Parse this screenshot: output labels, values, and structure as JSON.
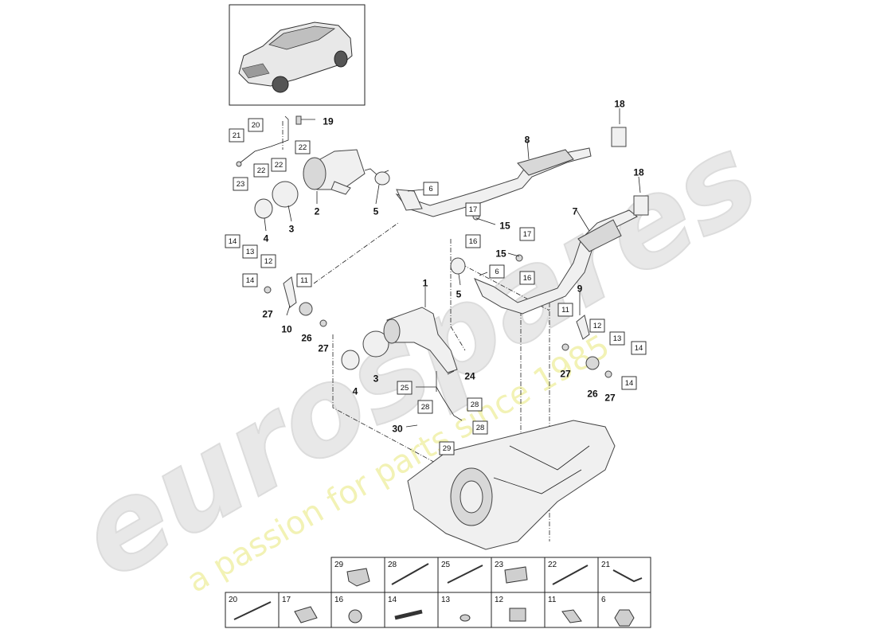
{
  "watermark": {
    "brand": "eurospares",
    "tagline": "a passion for parts since 1985"
  },
  "callouts": [
    {
      "id": "p1",
      "num": "1",
      "boxed": false
    },
    {
      "id": "p2",
      "num": "2",
      "boxed": false
    },
    {
      "id": "p3a",
      "num": "3",
      "boxed": false
    },
    {
      "id": "p3b",
      "num": "3",
      "boxed": false
    },
    {
      "id": "p4a",
      "num": "4",
      "boxed": false
    },
    {
      "id": "p4b",
      "num": "4",
      "boxed": false
    },
    {
      "id": "p5a",
      "num": "5",
      "boxed": false
    },
    {
      "id": "p5b",
      "num": "5",
      "boxed": false
    },
    {
      "id": "p6a",
      "num": "6",
      "boxed": true
    },
    {
      "id": "p6b",
      "num": "6",
      "boxed": true
    },
    {
      "id": "p7",
      "num": "7",
      "boxed": false
    },
    {
      "id": "p8",
      "num": "8",
      "boxed": false
    },
    {
      "id": "p9",
      "num": "9",
      "boxed": false
    },
    {
      "id": "p10",
      "num": "10",
      "boxed": false
    },
    {
      "id": "p11a",
      "num": "11",
      "boxed": true
    },
    {
      "id": "p11b",
      "num": "11",
      "boxed": true
    },
    {
      "id": "p12a",
      "num": "12",
      "boxed": true
    },
    {
      "id": "p12b",
      "num": "12",
      "boxed": true
    },
    {
      "id": "p13a",
      "num": "13",
      "boxed": true
    },
    {
      "id": "p13b",
      "num": "13",
      "boxed": true
    },
    {
      "id": "p14a",
      "num": "14",
      "boxed": true
    },
    {
      "id": "p14b",
      "num": "14",
      "boxed": true
    },
    {
      "id": "p14c",
      "num": "14",
      "boxed": true
    },
    {
      "id": "p14d",
      "num": "14",
      "boxed": true
    },
    {
      "id": "p15a",
      "num": "15",
      "boxed": false
    },
    {
      "id": "p15b",
      "num": "15",
      "boxed": false
    },
    {
      "id": "p16a",
      "num": "16",
      "boxed": true
    },
    {
      "id": "p16b",
      "num": "16",
      "boxed": true
    },
    {
      "id": "p17a",
      "num": "17",
      "boxed": true
    },
    {
      "id": "p17b",
      "num": "17",
      "boxed": true
    },
    {
      "id": "p18a",
      "num": "18",
      "boxed": false
    },
    {
      "id": "p18b",
      "num": "18",
      "boxed": false
    },
    {
      "id": "p19",
      "num": "19",
      "boxed": false
    },
    {
      "id": "p20",
      "num": "20",
      "boxed": true
    },
    {
      "id": "p21",
      "num": "21",
      "boxed": true
    },
    {
      "id": "p22a",
      "num": "22",
      "boxed": true
    },
    {
      "id": "p22b",
      "num": "22",
      "boxed": true
    },
    {
      "id": "p22c",
      "num": "22",
      "boxed": true
    },
    {
      "id": "p23",
      "num": "23",
      "boxed": true
    },
    {
      "id": "p24",
      "num": "24",
      "boxed": false
    },
    {
      "id": "p25",
      "num": "25",
      "boxed": true
    },
    {
      "id": "p26a",
      "num": "26",
      "boxed": false
    },
    {
      "id": "p26b",
      "num": "26",
      "boxed": false
    },
    {
      "id": "p27a",
      "num": "27",
      "boxed": false
    },
    {
      "id": "p27b",
      "num": "27",
      "boxed": false
    },
    {
      "id": "p27c",
      "num": "27",
      "boxed": false
    },
    {
      "id": "p27d",
      "num": "27",
      "boxed": false
    },
    {
      "id": "p28a",
      "num": "28",
      "boxed": true
    },
    {
      "id": "p28b",
      "num": "28",
      "boxed": true
    },
    {
      "id": "p28c",
      "num": "28",
      "boxed": true
    },
    {
      "id": "p29",
      "num": "29",
      "boxed": true
    },
    {
      "id": "p30",
      "num": "30",
      "boxed": false
    }
  ],
  "legend": {
    "row1": [
      "29",
      "28",
      "25",
      "23",
      "22",
      "21"
    ],
    "row2": [
      "20",
      "17",
      "16",
      "14",
      "13",
      "12",
      "11",
      "6"
    ]
  }
}
